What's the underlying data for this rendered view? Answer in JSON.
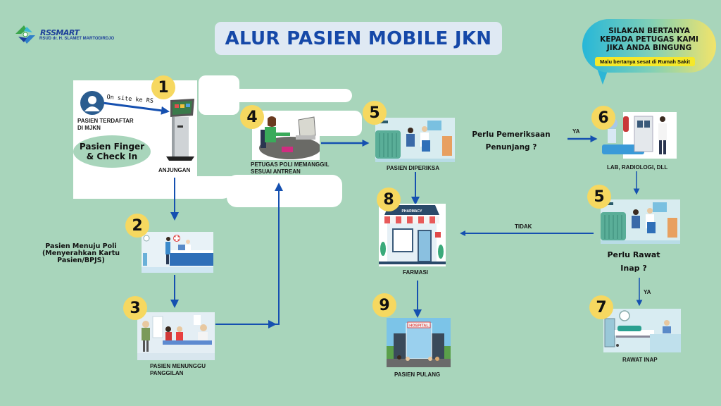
{
  "header": {
    "logo_brand": "RSSMART",
    "logo_subtitle": "RSUD dr. H. SLAMET MARTODIRDJO",
    "title": "ALUR PASIEN MOBILE JKN"
  },
  "callout": {
    "lines": [
      "SILAKAN BERTANYA",
      "KEPADA PETUGAS KAMI",
      "JIKA ANDA BINGUNG"
    ],
    "subtitle": "Malu bertanya sesat di Rumah Sakit",
    "gradient_colors": [
      "#27b7d8",
      "#f2e46a"
    ]
  },
  "colors": {
    "background": "#a8d5bb",
    "arrow": "#1550b0",
    "badge": "#f6d860",
    "title_text": "#1548a8",
    "title_box": "#dfe9f3"
  },
  "steps": {
    "registered_label_line1": "PASIEN  TERDAFTAR",
    "registered_label_line2": "DI MJKN",
    "onsite_label": "On site ke RS",
    "finger_line1": "Pasien Finger",
    "finger_line2": "& Check In",
    "s1": {
      "number": "1",
      "caption": "ANJUNGAN"
    },
    "s2": {
      "number": "2",
      "desc_line1": "Pasien Menuju Poli",
      "desc_line2": "(Menyerahkan Kartu",
      "desc_line3": "Pasien/BPJS)"
    },
    "s3": {
      "number": "3",
      "caption_line1": "PASIEN MENUNGGU",
      "caption_line2": "PANGGILAN"
    },
    "s4": {
      "number": "4",
      "caption_line1": "PETUGAS  POLI MEMANGGIL",
      "caption_line2": "SESUAI ANTREAN"
    },
    "s5": {
      "number": "5",
      "caption": "PASIEN DIPERIKSA"
    },
    "q1_line1": "Perlu Pemeriksaan",
    "q1_line2": "Penunjang ?",
    "yes_label": "YA",
    "s6": {
      "number": "6",
      "caption": "LAB, RADIOLOGI, DLL"
    },
    "s5b": {
      "number": "5"
    },
    "q2_line1": "Perlu Rawat",
    "q2_line2": "Inap ?",
    "no_label": "TIDAK",
    "yes_label2": "YA",
    "s7": {
      "number": "7",
      "caption": "RAWAT INAP"
    },
    "s8": {
      "number": "8",
      "caption": "FARMASI",
      "sign": "PHARMACY"
    },
    "s9": {
      "number": "9",
      "caption": "PASIEN PULANG",
      "sign": "HOSPITAL"
    }
  }
}
